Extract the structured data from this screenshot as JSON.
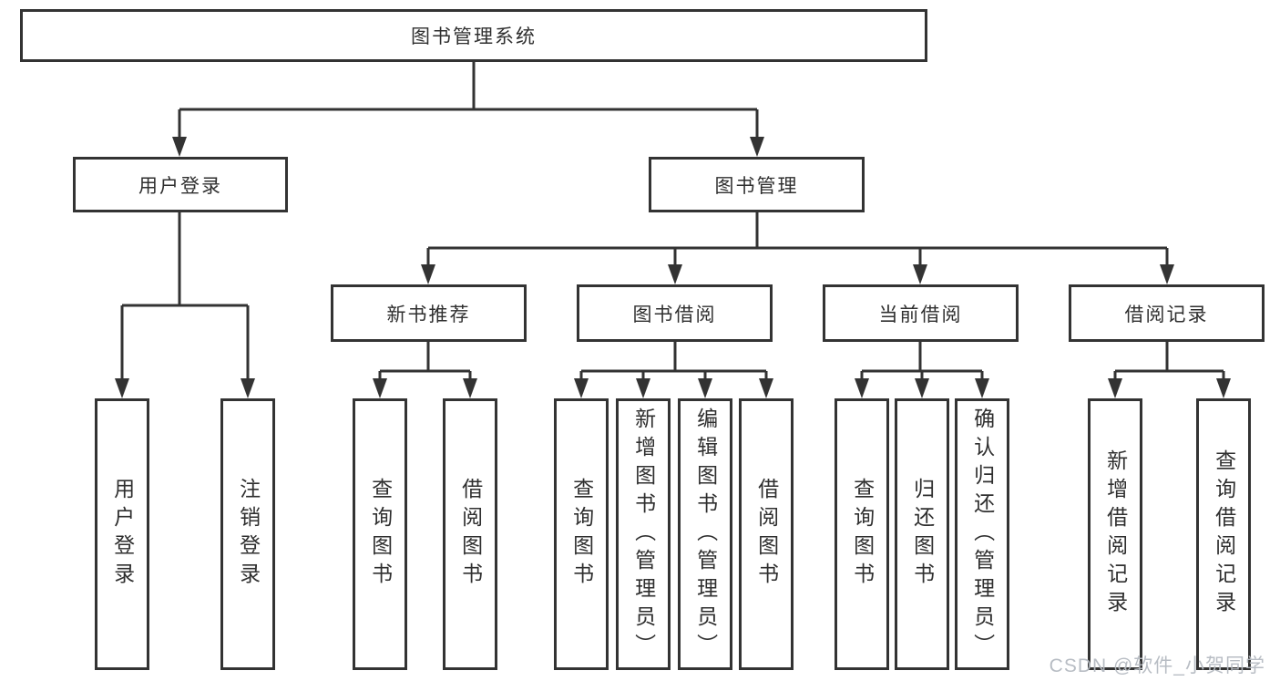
{
  "diagram": {
    "root": {
      "label": "图书管理系统"
    },
    "level2": [
      {
        "id": "user_login",
        "label": "用户登录"
      },
      {
        "id": "book_management",
        "label": "图书管理"
      }
    ],
    "level3": [
      {
        "id": "new_book_recommend",
        "label": "新书推荐"
      },
      {
        "id": "book_borrow",
        "label": "图书借阅"
      },
      {
        "id": "current_borrow",
        "label": "当前借阅"
      },
      {
        "id": "borrow_records",
        "label": "借阅记录"
      }
    ],
    "leaves": {
      "user_login": [
        "用户登录",
        "注销登录"
      ],
      "new_book_recommend": [
        "查询图书",
        "借阅图书"
      ],
      "book_borrow": [
        "查询图书",
        "新增图书（管理员）",
        "编辑图书（管理员）",
        "借阅图书"
      ],
      "current_borrow": [
        "查询图书",
        "归还图书",
        "确认归还（管理员）"
      ],
      "borrow_records": [
        "新增借阅记录",
        "查询借阅记录"
      ]
    }
  },
  "watermark": {
    "text": "CSDN @软件_小贺同学"
  },
  "colors": {
    "line": "#333333",
    "text": "#2f2f2f",
    "box_background": "#ffffff",
    "page_background": "#ffffff",
    "watermark": "#b5bac1"
  }
}
